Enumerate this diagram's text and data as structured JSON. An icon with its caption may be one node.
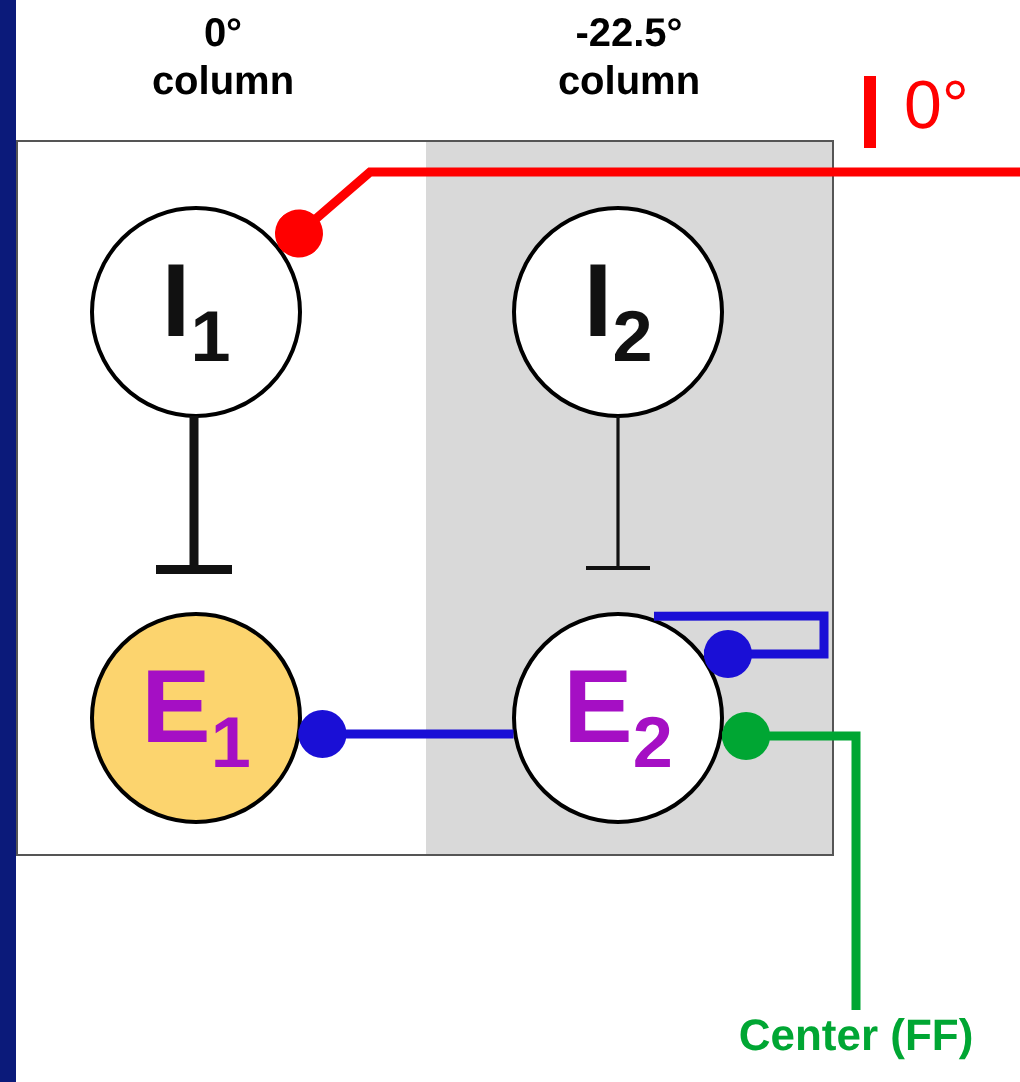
{
  "diagram": {
    "nodes": [
      {
        "text": [
          "0° column"
        ]
      },
      {
        "text": [
          "-22.5° column"
        ]
      },
      {
        "text": [
          "I$_{1}$"
        ],
        "in": 0
      },
      {
        "text": [
          "I$_{2}$"
        ],
        "in": 1
      },
      {
        "text": [
          "E$_{1}$"
        ],
        "in": 0
      },
      {
        "text": [
          "E$_{2}$"
        ],
        "in": 1
      },
      {
        "text": [
          "Center (FF)"
        ]
      }
    ],
    "edges": [
      {
        "from": 2,
        "to": 4,
        "arrow": "other"
      },
      {
        "from": 3,
        "to": 5,
        "arrow": "other"
      },
      {
        "from": 5,
        "to": 4,
        "arrow": "other",
        "color": "#1a0fd6"
      },
      {
        "from": 5,
        "to": 5,
        "arrow": "other",
        "color": "#1a0fd6"
      },
      {
        "from": null,
        "to": 2,
        "arrow": "other",
        "color": "#ff0000"
      },
      {
        "from": 6,
        "to": 5,
        "arrow": "other",
        "color": "#00a633"
      }
    ],
    "labels": [
      "0°"
    ]
  }
}
